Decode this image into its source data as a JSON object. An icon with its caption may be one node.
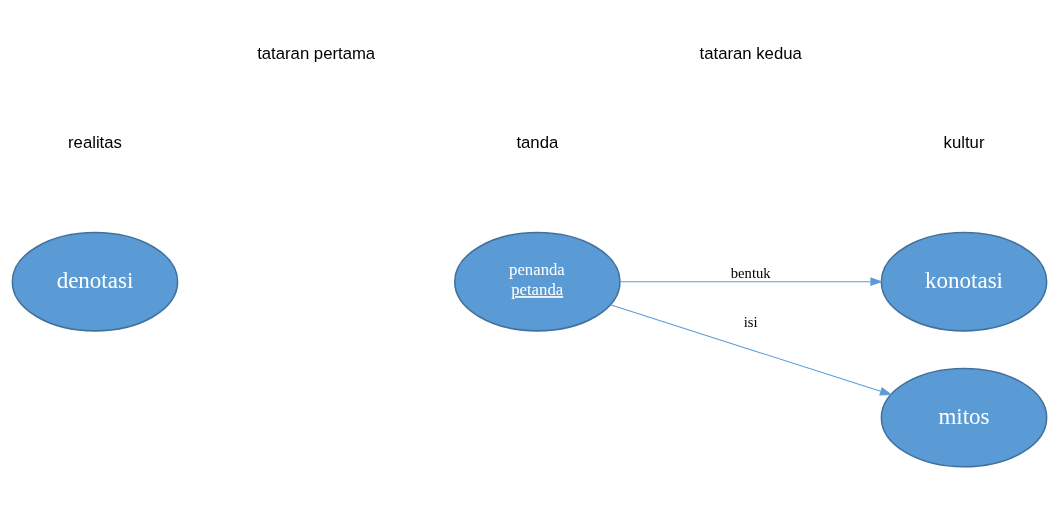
{
  "diagram": {
    "nodes": [
      {
        "text": [
          "denotasi"
        ]
      },
      {
        "text": [
          "penanda",
          "petanda"
        ]
      },
      {
        "text": [
          "konotasi"
        ]
      },
      {
        "text": [
          "mitos"
        ]
      }
    ],
    "edges": [
      {
        "from": 1,
        "to": 2,
        "arrow": "to",
        "label": "bentuk"
      },
      {
        "from": 1,
        "to": 3,
        "arrow": "to",
        "label": "isi"
      }
    ],
    "labels": [
      "tataran pertama",
      "tataran kedua",
      "realitas",
      "tanda",
      "kultur"
    ]
  }
}
